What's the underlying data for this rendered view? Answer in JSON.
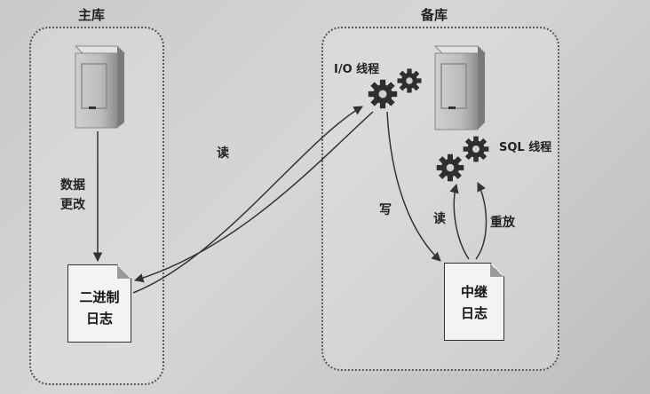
{
  "primary": {
    "title": "主库",
    "change_label_1": "数据",
    "change_label_2": "更改"
  },
  "binlog": {
    "line1": "二进制",
    "line2": "日志"
  },
  "replica": {
    "title": "备库",
    "io_thread": "I/O 线程",
    "sql_thread": "SQL 线程",
    "read_label": "读",
    "write_label": "写",
    "read2_label": "读",
    "replay_label": "重放"
  },
  "relaylog": {
    "line1": "中继",
    "line2": "日志"
  },
  "colors": {
    "arrow": "#333333",
    "gear": "#2f2f2f",
    "server": "#a9a9a9"
  }
}
